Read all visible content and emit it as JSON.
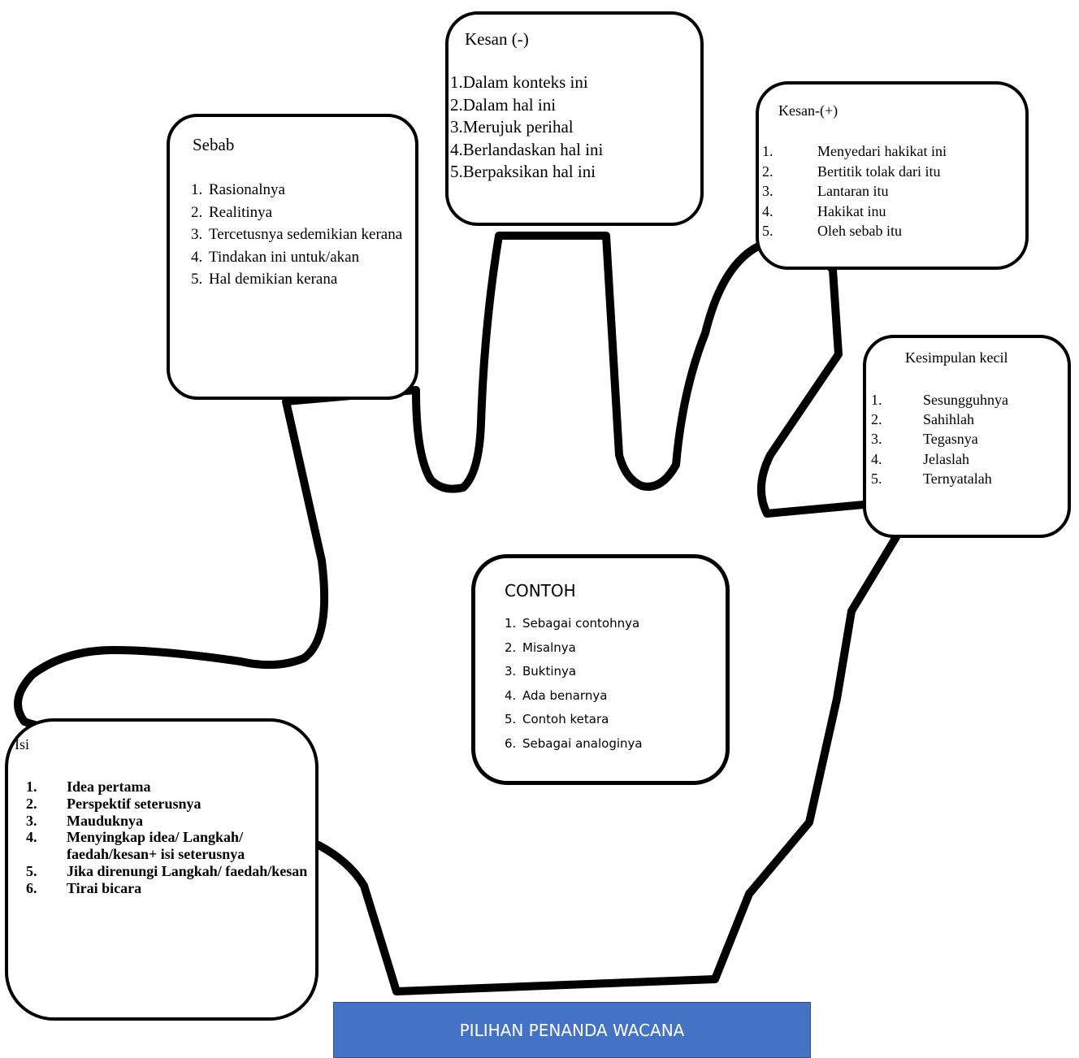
{
  "footer": {
    "label": "PILIHAN PENANDA WACANA"
  },
  "boxes": {
    "sebab": {
      "title": "Sebab",
      "items": [
        {
          "n": "1.",
          "text": "Rasionalnya"
        },
        {
          "n": "2.",
          "text": "Realitinya"
        },
        {
          "n": "3.",
          "text": "Tercetusnya sedemikian kerana"
        },
        {
          "n": "4.",
          "text": "Tindakan ini untuk/akan"
        },
        {
          "n": "5.",
          "text": "Hal demikian kerana"
        }
      ]
    },
    "kesan_negatif": {
      "title": "Kesan (-)",
      "items": [
        {
          "n": "1.",
          "text": "Dalam konteks ini"
        },
        {
          "n": "2.",
          "text": "Dalam hal ini"
        },
        {
          "n": "3.",
          "text": "Merujuk perihal"
        },
        {
          "n": "4.",
          "text": "Berlandaskan hal ini"
        },
        {
          "n": "5.",
          "text": "Berpaksikan hal ini"
        }
      ]
    },
    "kesan_positif": {
      "title": "Kesan-(+)",
      "items": [
        {
          "n": "1.",
          "text": "Menyedari hakikat ini"
        },
        {
          "n": "2.",
          "text": "Bertitik tolak dari itu"
        },
        {
          "n": "3.",
          "text": "Lantaran itu"
        },
        {
          "n": "4.",
          "text": "Hakikat inu"
        },
        {
          "n": "5.",
          "text": "Oleh sebab itu"
        }
      ]
    },
    "kesimpulan": {
      "title": "Kesimpulan kecil",
      "items": [
        {
          "n": "1.",
          "text": "Sesungguhnya"
        },
        {
          "n": "2.",
          "text": "Sahihlah"
        },
        {
          "n": "3.",
          "text": "Tegasnya"
        },
        {
          "n": "4.",
          "text": "Jelaslah"
        },
        {
          "n": "5.",
          "text": "Ternyatalah"
        }
      ]
    },
    "contoh": {
      "title": "CONTOH",
      "items": [
        {
          "n": "1.",
          "text": "Sebagai contohnya"
        },
        {
          "n": "2.",
          "text": "Misalnya"
        },
        {
          "n": "3.",
          "text": "Buktinya"
        },
        {
          "n": "4.",
          "text": "Ada benarnya"
        },
        {
          "n": "5.",
          "text": "Contoh ketara"
        },
        {
          "n": "6.",
          "text": "Sebagai analoginya"
        }
      ]
    },
    "isi": {
      "title": "Isi",
      "items": [
        {
          "n": "1.",
          "text": "Idea pertama"
        },
        {
          "n": "2.",
          "text": "Perspektif seterusnya"
        },
        {
          "n": "3.",
          "text": "Mauduknya"
        },
        {
          "n": "4.",
          "text": "Menyingkap idea/ Langkah/ faedah/kesan+ isi seterusnya"
        },
        {
          "n": "5.",
          "text": "Jika direnungi Langkah/ faedah/kesan"
        },
        {
          "n": "6.",
          "text": "Tirai bicara"
        }
      ]
    }
  }
}
